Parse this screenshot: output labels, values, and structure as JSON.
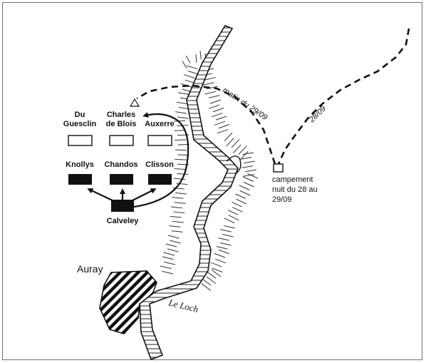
{
  "map": {
    "units": {
      "french": [
        {
          "id": "du-guesclin",
          "lines": [
            "Du",
            "Guesclin"
          ]
        },
        {
          "id": "charles-de-blois",
          "lines": [
            "Charles",
            "de Blois"
          ]
        },
        {
          "id": "auxerre",
          "lines": [
            "Auxerre"
          ]
        }
      ],
      "english": [
        {
          "id": "knollys",
          "lines": [
            "Knollys"
          ]
        },
        {
          "id": "chandos",
          "lines": [
            "Chandos"
          ]
        },
        {
          "id": "clisson",
          "lines": [
            "Clisson"
          ]
        }
      ],
      "reserve": {
        "id": "calveley",
        "lines": [
          "Calveley"
        ]
      }
    },
    "routes": {
      "route_28": "28/09",
      "route_29": "matin du 29/09"
    },
    "camp": {
      "lines": [
        "campement",
        "nuit du 28 au",
        "29/09"
      ]
    },
    "town": "Auray",
    "river": "Le Loch",
    "colors": {
      "ink": "#111111",
      "paper": "#ffffff",
      "frame": "#6e6e6e"
    }
  }
}
